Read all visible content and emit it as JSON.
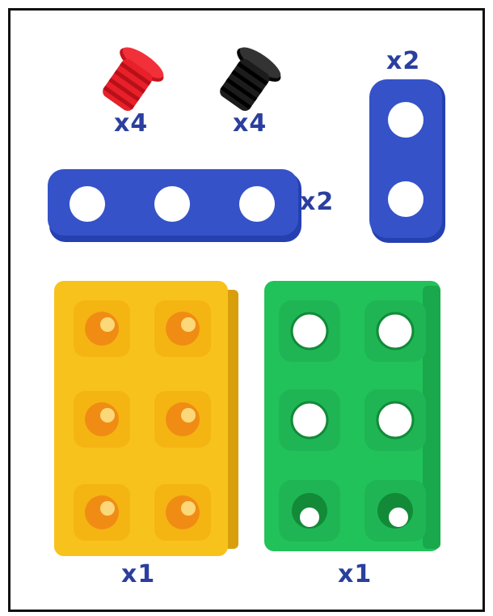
{
  "colors": {
    "red": "#e8202a",
    "black": "#1c1c1c",
    "blue": "#3552c8",
    "yellow": "#f7c21c",
    "orange_hole": "#f08c14",
    "green": "#22c25a",
    "green_dark": "#128a38",
    "label": "#2b3f9e"
  },
  "pieces": {
    "red_screw": {
      "quantity": "x4",
      "icon": "red-screw-icon"
    },
    "black_screw": {
      "quantity": "x4",
      "icon": "black-screw-icon"
    },
    "vertical_bar": {
      "quantity": "x2",
      "icon": "two-hole-bar-icon"
    },
    "horizontal_bar": {
      "quantity": "x2",
      "icon": "three-hole-bar-icon"
    },
    "yellow_block": {
      "quantity": "x1",
      "icon": "yellow-six-hole-block-icon"
    },
    "green_block": {
      "quantity": "x1",
      "icon": "green-six-hole-block-icon"
    }
  }
}
